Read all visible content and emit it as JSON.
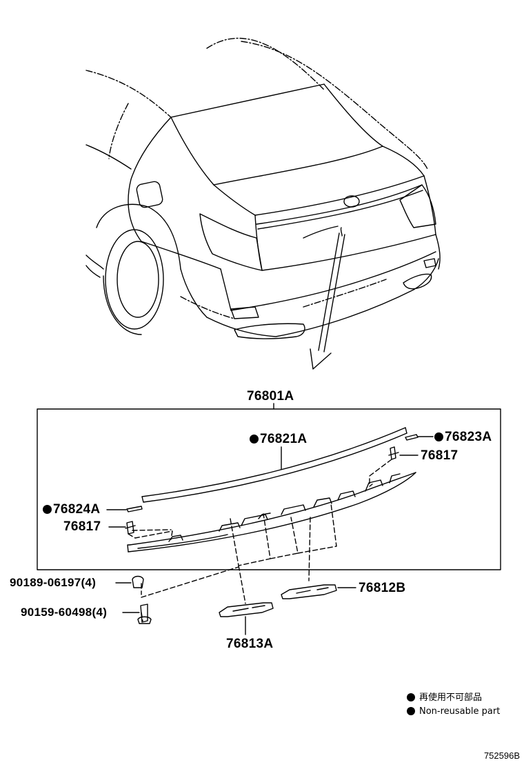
{
  "callouts": {
    "assembly": "76801A",
    "moulding": "76821A",
    "clip_right": "76823A",
    "clip_left": "76824A",
    "nut_right": "76817",
    "nut_left": "76817",
    "screw_upper": "90189-06197(4)",
    "screw_lower": "90159-60498(4)",
    "bracket_right": "76812B",
    "bracket_lower": "76813A"
  },
  "legend": {
    "japanese": "再使用不可部品",
    "english": "Non-reusable part"
  },
  "reference_code": "752596B"
}
